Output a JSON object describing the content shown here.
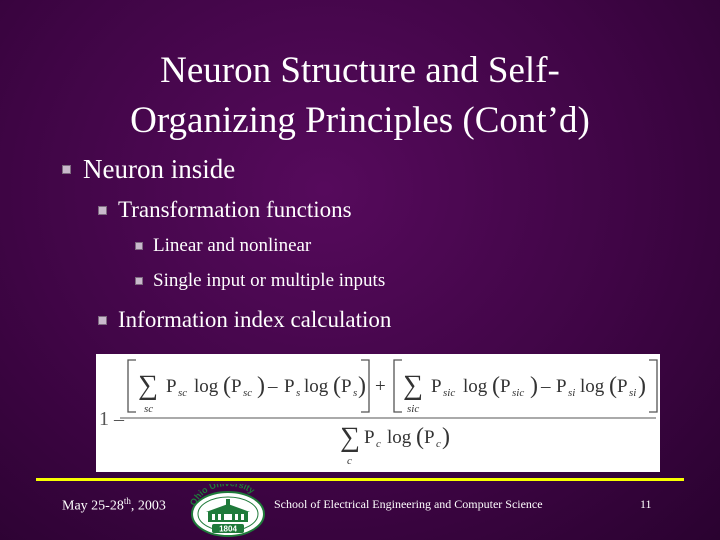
{
  "slide": {
    "title_line1": "Neuron Structure and Self-",
    "title_line2": "Organizing Principles (Cont’d)",
    "bullets": [
      {
        "text": "Neuron inside"
      },
      {
        "text": "Transformation functions"
      },
      {
        "text": "Linear and nonlinear"
      },
      {
        "text": "Single input or multiple inputs"
      },
      {
        "text": "Information index calculation"
      }
    ]
  },
  "formula": {
    "one_minus": "1 –",
    "sum": "∑",
    "P": "P",
    "log": "log",
    "lparen": "(",
    "rparen": ")",
    "minus": "–",
    "plus": "+",
    "sub_sc": "sc",
    "sub_s": "s",
    "sub_sic": "sic",
    "sub_si": "si",
    "sub_c": "c"
  },
  "footer": {
    "date_main": "May 25-28",
    "date_sup": "th",
    "date_year": ", 2003",
    "center_text": "School of Electrical Engineering and Computer Science",
    "page_number": "11",
    "logo_text_top": "Ohio University",
    "logo_year": "1804"
  },
  "colors": {
    "background": "#4a0650",
    "footer_line": "#f7ff00",
    "bullet_square": "#c9b9cc",
    "logo_green": "#1f7a3a"
  }
}
